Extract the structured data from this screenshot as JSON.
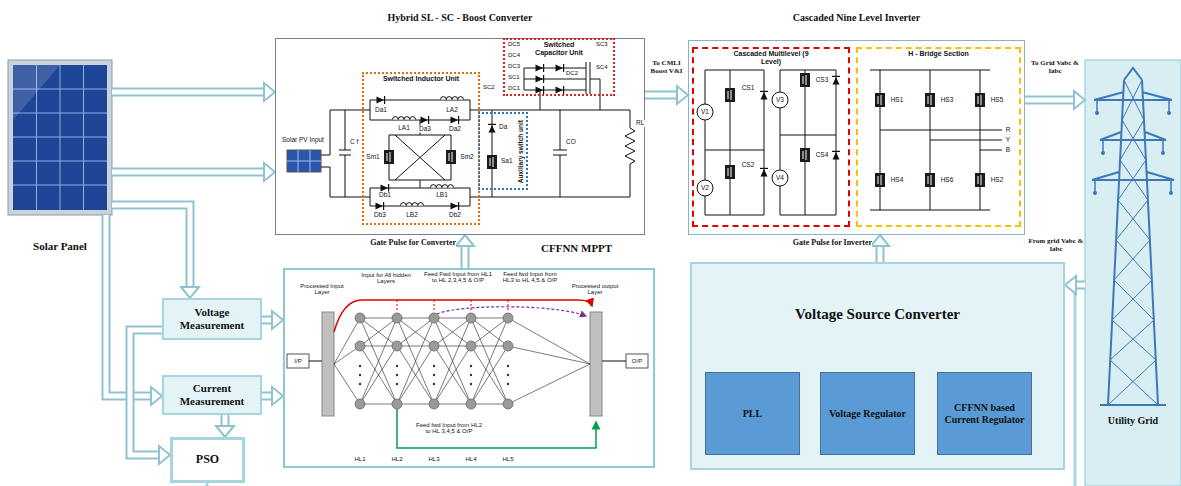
{
  "diagram": {
    "nodes": [
      {
        "text": [
          "Solar Panel"
        ]
      },
      {
        "text": [
          "Hybrid SL - SC - Boost Converter"
        ]
      },
      {
        "text": [
          "Switched Inductor Unit"
        ],
        "in": 1
      },
      {
        "text": [
          "Switched Capacitor Unit"
        ],
        "in": 1
      },
      {
        "text": [
          "Auxiliary switch unit"
        ],
        "in": 1
      },
      {
        "text": [
          "Cascaded Nine Level Inverter"
        ]
      },
      {
        "text": [
          "Cascaded Multilevel (9 Level)"
        ],
        "in": 5
      },
      {
        "text": [
          "H - Bridge Section"
        ],
        "in": 5
      },
      {
        "text": [
          "Utility Grid"
        ]
      },
      {
        "text": [
          "CFFNN MPPT"
        ]
      },
      {
        "text": [
          "Voltage Source Converter"
        ]
      },
      {
        "text": [
          "PLL"
        ],
        "in": 10
      },
      {
        "text": [
          "Voltage Regulator"
        ],
        "in": 10
      },
      {
        "text": [
          "CFFNN based Current Regulator"
        ],
        "in": 10
      },
      {
        "text": [
          "Voltage Measurement"
        ]
      },
      {
        "text": [
          "Current Measurement"
        ]
      },
      {
        "text": [
          "PSO"
        ]
      }
    ],
    "edges": [
      {
        "from": 0,
        "to": 1,
        "arrow": "to"
      },
      {
        "from": 0,
        "to": 1,
        "arrow": "to"
      },
      {
        "from": 0,
        "to": 14,
        "arrow": "to"
      },
      {
        "from": 0,
        "to": 15,
        "arrow": "to"
      },
      {
        "from": 1,
        "to": 5,
        "arrow": "to",
        "label": "To CMLI Boost V&I"
      },
      {
        "from": 5,
        "to": 8,
        "arrow": "to",
        "label": "To Grid Vabc & Iabc"
      },
      {
        "from": 8,
        "to": 10,
        "arrow": "to",
        "label": "From grid Vabc & Iabc"
      },
      {
        "from": 10,
        "to": 5,
        "arrow": "to",
        "label": "Gate Pulse for Inverter"
      },
      {
        "from": 9,
        "to": 1,
        "arrow": "to",
        "label": "Gate Pulse for Converter"
      },
      {
        "from": 14,
        "to": 9,
        "arrow": "to"
      },
      {
        "from": 15,
        "to": 9,
        "arrow": "to"
      },
      {
        "from": 14,
        "to": 16,
        "arrow": "to"
      },
      {
        "from": 15,
        "to": 16,
        "arrow": "to"
      }
    ],
    "labels": [
      "Solar PV Input",
      "C f",
      "Da1",
      "LA2",
      "LA1",
      "Da3",
      "Da2",
      "Sm1",
      "Sm2",
      "Db1",
      "LB1",
      "LB2",
      "Db3",
      "Db2",
      "DC5",
      "SC3",
      "DC4",
      "DC3",
      "SC4",
      "SC1",
      "DC2",
      "DC1",
      "SC2",
      "Da",
      "Sa1",
      "CO",
      "RL",
      "V1",
      "CS1",
      "CS2",
      "V2",
      "V3",
      "CS3",
      "CS4",
      "V4",
      "HS1",
      "HS3",
      "HS5",
      "R",
      "Y",
      "B",
      "HS4",
      "HS6",
      "HS2",
      "I/P",
      "Processed Input Layer",
      "Input for All hidden Layers",
      "Feed Fwd Input from HL1 to HL 2,3,4,5 & O/P",
      "Feed fwd Input from HL3 to HL 4,5 & O/P",
      "Processed output Layer",
      "O/P",
      "Feed fwd Input from HL2 to HL 3,4,5 & O/P",
      "HL1",
      "HL2",
      "HL3",
      "HL4",
      "HL5"
    ]
  }
}
